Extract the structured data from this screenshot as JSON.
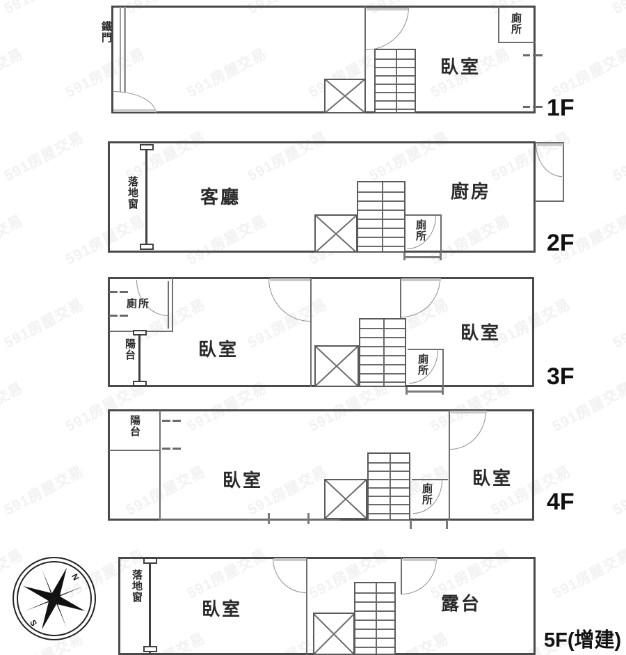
{
  "document": {
    "kind": "floor-plan",
    "watermark_text": "591房屋交易"
  },
  "compass": {
    "north_label": "N",
    "south_label": "S"
  },
  "floors": [
    {
      "id": "1F",
      "label": "1F",
      "rooms": [
        {
          "name": "bedroom",
          "label": "臥室"
        },
        {
          "name": "toilet",
          "label": "廁所"
        }
      ],
      "annotations": [
        {
          "name": "iron-gate",
          "label": "鐵門"
        }
      ]
    },
    {
      "id": "2F",
      "label": "2F",
      "rooms": [
        {
          "name": "living-room",
          "label": "客廳"
        },
        {
          "name": "kitchen",
          "label": "廚房"
        },
        {
          "name": "toilet",
          "label": "廁所"
        }
      ],
      "annotations": [
        {
          "name": "french-window",
          "label": "落地窗"
        }
      ]
    },
    {
      "id": "3F",
      "label": "3F",
      "rooms": [
        {
          "name": "bedroom-front",
          "label": "臥室"
        },
        {
          "name": "bedroom-rear",
          "label": "臥室"
        },
        {
          "name": "toilet-front",
          "label": "廁所"
        },
        {
          "name": "toilet-rear",
          "label": "廁所"
        }
      ],
      "annotations": [
        {
          "name": "balcony",
          "label": "陽台"
        }
      ]
    },
    {
      "id": "4F",
      "label": "4F",
      "rooms": [
        {
          "name": "bedroom-front",
          "label": "臥室"
        },
        {
          "name": "bedroom-rear",
          "label": "臥室"
        },
        {
          "name": "toilet",
          "label": "廁所"
        }
      ],
      "annotations": [
        {
          "name": "balcony",
          "label": "陽台"
        }
      ]
    },
    {
      "id": "5F",
      "label": "5F(增建)",
      "rooms": [
        {
          "name": "bedroom",
          "label": "臥室"
        },
        {
          "name": "terrace",
          "label": "露台"
        }
      ],
      "annotations": [
        {
          "name": "french-window",
          "label": "落地窗"
        }
      ]
    }
  ]
}
